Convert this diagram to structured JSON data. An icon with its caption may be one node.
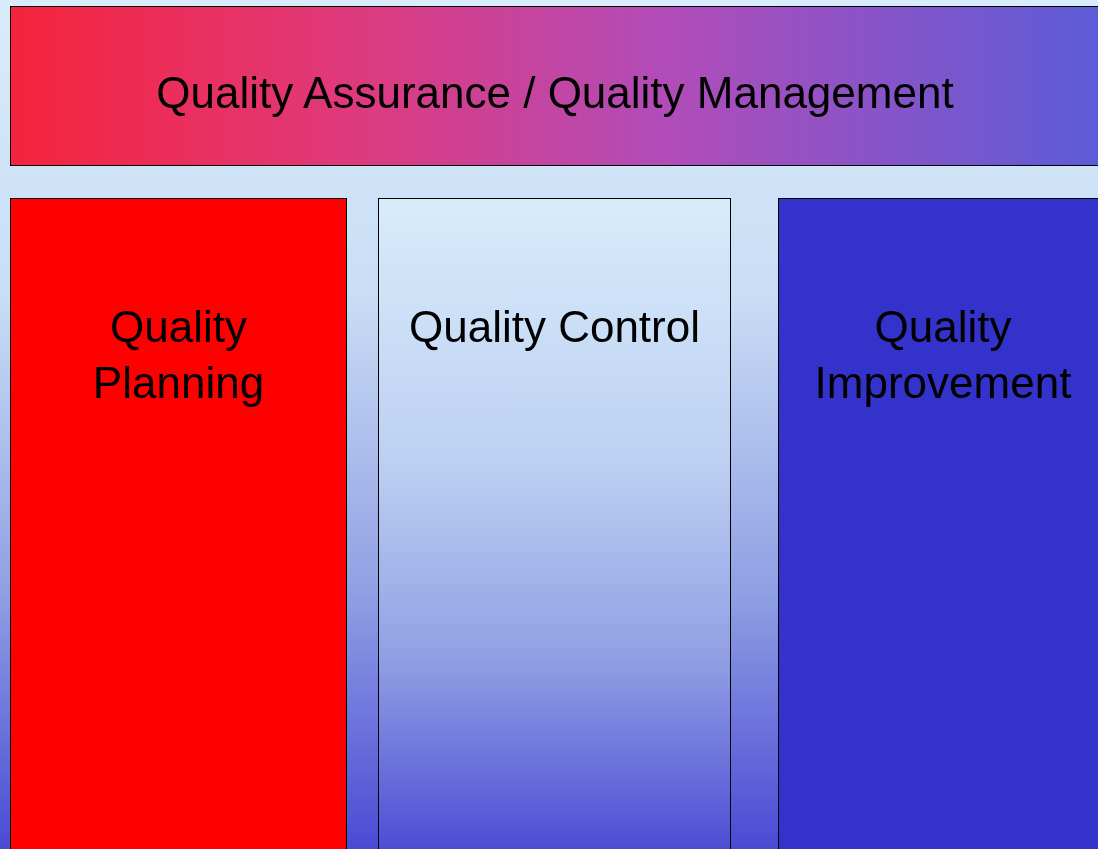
{
  "diagram": {
    "nodes": [
      {
        "text": [
          "Quality Assurance / Quality Management"
        ]
      },
      {
        "text": [
          "Quality Planning"
        ]
      },
      {
        "text": [
          "Quality Control"
        ]
      },
      {
        "text": [
          "Quality Improvement"
        ]
      }
    ]
  }
}
